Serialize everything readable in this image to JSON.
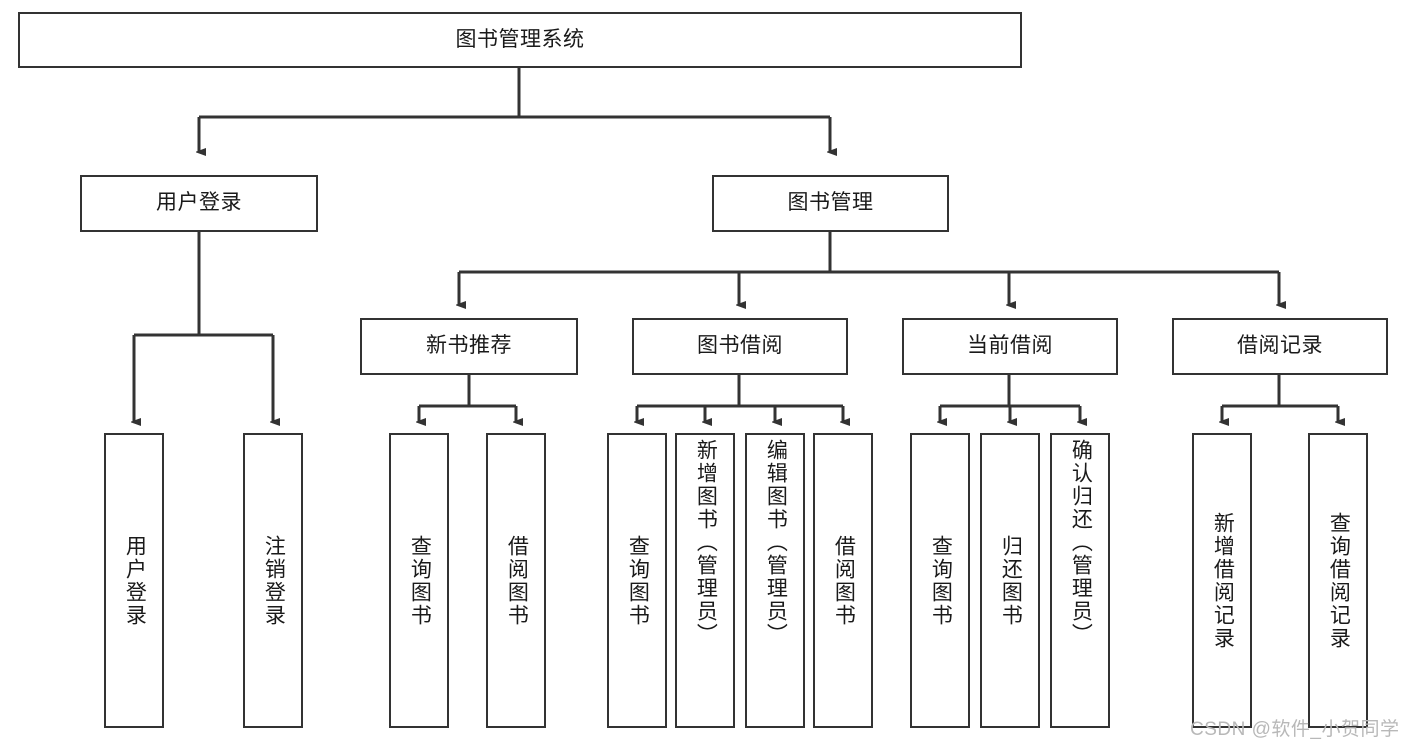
{
  "diagram": {
    "type": "tree",
    "title": "图书管理系统",
    "root": {
      "label": "图书管理系统"
    },
    "level2": [
      {
        "label": "用户登录"
      },
      {
        "label": "图书管理"
      }
    ],
    "level3": [
      {
        "label": "新书推荐"
      },
      {
        "label": "图书借阅"
      },
      {
        "label": "当前借阅"
      },
      {
        "label": "借阅记录"
      }
    ],
    "leaves": {
      "user_login": [
        {
          "label": "用户登录"
        },
        {
          "label": "注销登录"
        }
      ],
      "new_book_recommend": [
        {
          "label": "查询图书"
        },
        {
          "label": "借阅图书"
        }
      ],
      "book_borrow": [
        {
          "label": "查询图书"
        },
        {
          "label": "新增图书（管理员）"
        },
        {
          "label": "编辑图书（管理员）"
        },
        {
          "label": "借阅图书"
        }
      ],
      "current_borrow": [
        {
          "label": "查询图书"
        },
        {
          "label": "归还图书"
        },
        {
          "label": "确认归还（管理员）"
        }
      ],
      "borrow_record": [
        {
          "label": "新增借阅记录"
        },
        {
          "label": "查询借阅记录"
        }
      ]
    }
  },
  "watermark": {
    "text": "CSDN @软件_小贺同学"
  },
  "colors": {
    "stroke": "#333333",
    "box_fill": "#ffffff",
    "text": "#1a1a1a",
    "watermark": "#b8b8b8"
  }
}
